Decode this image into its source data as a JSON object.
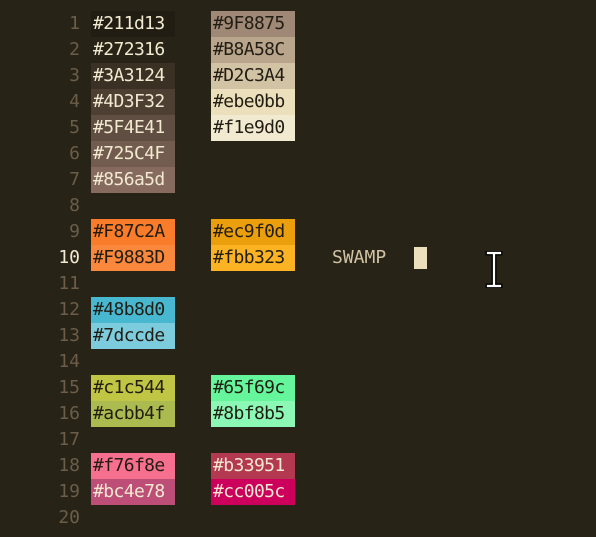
{
  "editor": {
    "lines": [
      {
        "num": "1",
        "c1": {
          "text": "#211d13",
          "bg": "#211d13",
          "fg": "#f1e9d0"
        },
        "c2": {
          "text": "#9F8875",
          "bg": "#9F8875",
          "fg": "#211d13"
        }
      },
      {
        "num": "2",
        "c1": {
          "text": "#272316",
          "bg": "#272316",
          "fg": "#f1e9d0"
        },
        "c2": {
          "text": "#B8A58C",
          "bg": "#B8A58C",
          "fg": "#211d13"
        }
      },
      {
        "num": "3",
        "c1": {
          "text": "#3A3124",
          "bg": "#3A3124",
          "fg": "#f1e9d0"
        },
        "c2": {
          "text": "#D2C3A4",
          "bg": "#D2C3A4",
          "fg": "#211d13"
        }
      },
      {
        "num": "4",
        "c1": {
          "text": "#4D3F32",
          "bg": "#4D3F32",
          "fg": "#f1e9d0"
        },
        "c2": {
          "text": "#ebe0bb",
          "bg": "#ebe0bb",
          "fg": "#211d13"
        }
      },
      {
        "num": "5",
        "c1": {
          "text": "#5F4E41",
          "bg": "#5F4E41",
          "fg": "#f1e9d0"
        },
        "c2": {
          "text": "#f1e9d0",
          "bg": "#f1e9d0",
          "fg": "#211d13"
        }
      },
      {
        "num": "6",
        "c1": {
          "text": "#725C4F",
          "bg": "#725C4F",
          "fg": "#f1e9d0"
        }
      },
      {
        "num": "7",
        "c1": {
          "text": "#856a5d",
          "bg": "#856a5d",
          "fg": "#f1e9d0"
        }
      },
      {
        "num": "8"
      },
      {
        "num": "9",
        "c1": {
          "text": "#F87C2A",
          "bg": "#F87C2A",
          "fg": "#211d13"
        },
        "c2": {
          "text": "#ec9f0d",
          "bg": "#ec9f0d",
          "fg": "#211d13"
        }
      },
      {
        "num": "10",
        "current": true,
        "c1": {
          "text": "#F9883D",
          "bg": "#F9883D",
          "fg": "#211d13"
        },
        "c2": {
          "text": "#fbb323",
          "bg": "#fbb323",
          "fg": "#211d13"
        },
        "word": "SWAMP",
        "cursor": true
      },
      {
        "num": "11"
      },
      {
        "num": "12",
        "c1": {
          "text": "#48b8d0",
          "bg": "#48b8d0",
          "fg": "#211d13"
        }
      },
      {
        "num": "13",
        "c1": {
          "text": "#7dccde",
          "bg": "#7dccde",
          "fg": "#211d13"
        }
      },
      {
        "num": "14"
      },
      {
        "num": "15",
        "c1": {
          "text": "#c1c544",
          "bg": "#c1c544",
          "fg": "#211d13"
        },
        "c2": {
          "text": "#65f69c",
          "bg": "#65f69c",
          "fg": "#211d13"
        }
      },
      {
        "num": "16",
        "c1": {
          "text": "#acbb4f",
          "bg": "#acbb4f",
          "fg": "#211d13"
        },
        "c2": {
          "text": "#8bf8b5",
          "bg": "#8bf8b5",
          "fg": "#211d13"
        }
      },
      {
        "num": "17"
      },
      {
        "num": "18",
        "c1": {
          "text": "#f76f8e",
          "bg": "#f76f8e",
          "fg": "#211d13"
        },
        "c2": {
          "text": "#b33951",
          "bg": "#b33951",
          "fg": "#f1e9d0"
        }
      },
      {
        "num": "19",
        "c1": {
          "text": "#bc4e78",
          "bg": "#bc4e78",
          "fg": "#f1e9d0"
        },
        "c2": {
          "text": "#cc005c",
          "bg": "#cc005c",
          "fg": "#f1e9d0"
        }
      },
      {
        "num": "20"
      }
    ],
    "colors": {
      "background": "#272316",
      "line_number": "#6b5d48",
      "line_number_current": "#f1e9d0",
      "text": "#d2c3a4",
      "cursor": "#ebe0bb"
    },
    "mouse_pointer": "i-beam-cursor-icon"
  }
}
